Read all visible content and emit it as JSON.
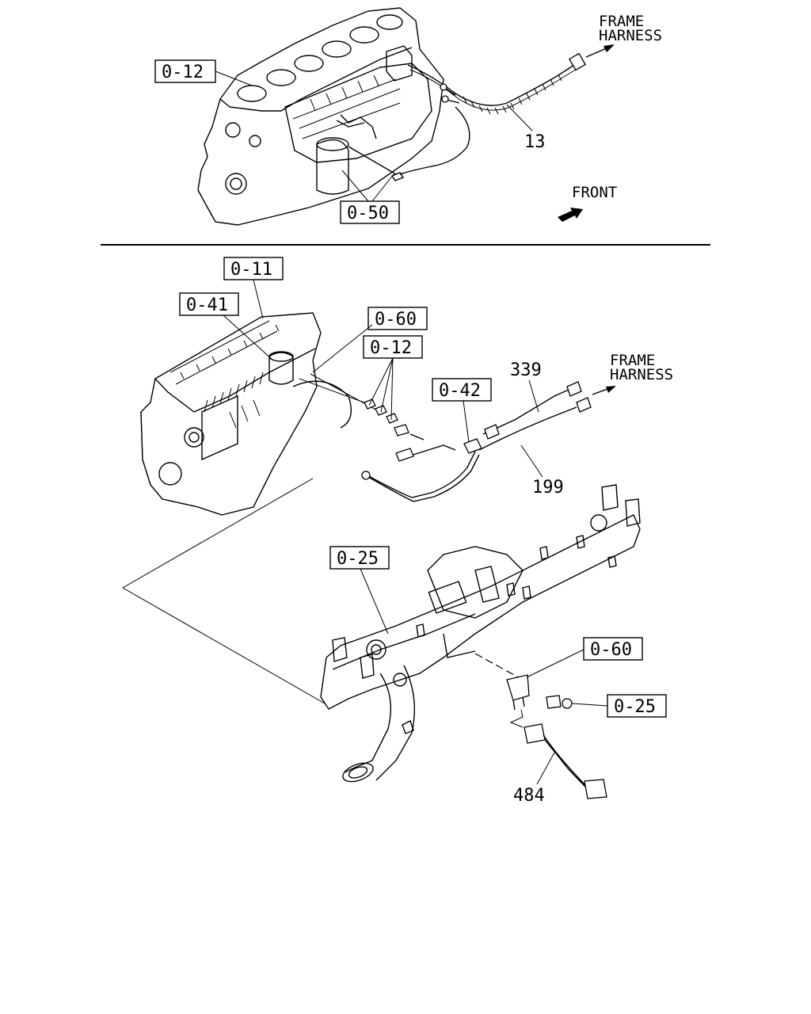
{
  "top": {
    "frame_harness": [
      "FRAME",
      "HARNESS"
    ],
    "front": "FRONT",
    "refs": {
      "ref_0_12": "0-12",
      "ref_0_50": "0-50"
    },
    "parts": {
      "p13": "13"
    }
  },
  "bottom": {
    "frame_harness": [
      "FRAME",
      "HARNESS"
    ],
    "refs": {
      "ref_0_11": "0-11",
      "ref_0_41": "0-41",
      "ref_0_60_a": "0-60",
      "ref_0_12": "0-12",
      "ref_0_42": "0-42",
      "ref_0_25_a": "0-25",
      "ref_0_60_b": "0-60",
      "ref_0_25_b": "0-25"
    },
    "parts": {
      "p339": "339",
      "p199": "199",
      "p484": "484"
    }
  }
}
